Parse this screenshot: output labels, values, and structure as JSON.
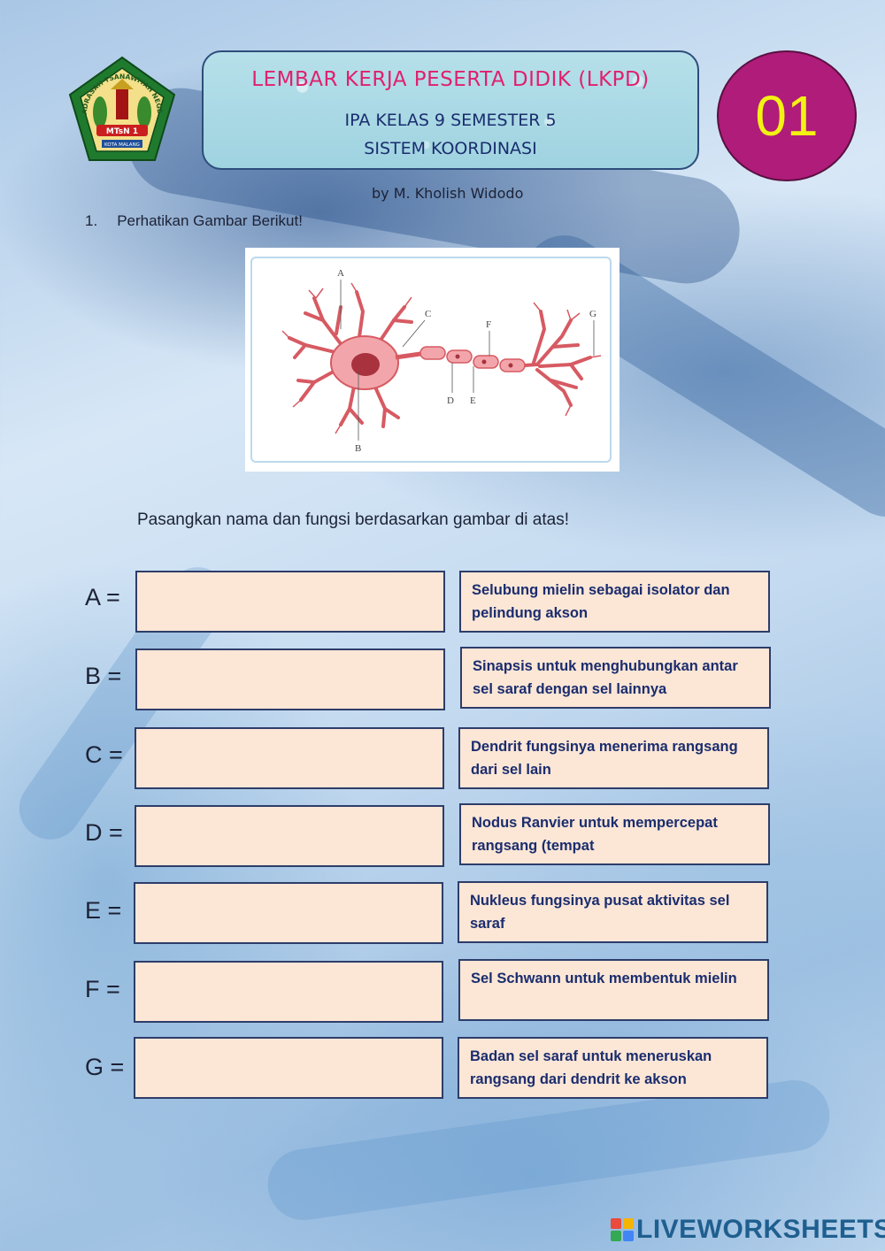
{
  "header": {
    "title": "LEMBAR KERJA PESERTA DIDIK (LKPD)",
    "subtitle_line1": "IPA KELAS 9 SEMESTER 5",
    "subtitle_line2": "SISTEM KOORDINASI",
    "number": "01",
    "author": "by M. Kholish Widodo"
  },
  "logo": {
    "icon": "madrasah-emblem-icon",
    "arc_text": "MADRASAH TSANAWIYAH NEGERI",
    "ribbon": "MTsN 1",
    "city": "KOTA MALANG"
  },
  "question": {
    "number": "1.",
    "text": "Perhatikan Gambar Berikut!"
  },
  "figure": {
    "icon": "neuron-diagram-icon",
    "labels": [
      "A",
      "B",
      "C",
      "D",
      "E",
      "F",
      "G"
    ]
  },
  "instruction": "Pasangkan nama dan fungsi berdasarkan gambar di atas!",
  "rows": [
    {
      "label": "A =",
      "answer": "",
      "function": "Selubung mielin sebagai isolator dan pelindung akson"
    },
    {
      "label": "B =",
      "answer": "",
      "function": "Sinapsis untuk menghubungkan antar sel saraf dengan sel lainnya"
    },
    {
      "label": "C =",
      "answer": "",
      "function": "Dendrit fungsinya menerima rangsang dari sel lain"
    },
    {
      "label": "D =",
      "answer": "",
      "function": "Nodus Ranvier untuk mempercepat rangsang (tempat"
    },
    {
      "label": "E =",
      "answer": "",
      "function": "Nukleus fungsinya pusat aktivitas sel saraf"
    },
    {
      "label": "F =",
      "answer": "",
      "function": "Sel Schwann untuk membentuk mielin"
    },
    {
      "label": "G =",
      "answer": "",
      "function": "Badan sel saraf untuk meneruskan rangsang dari dendrit ke akson"
    }
  ],
  "footer": {
    "brand": "LIVEWORKSHEETS",
    "icon": "liveworksheets-logo-icon",
    "colors": [
      "#e94b3c",
      "#f4b400",
      "#34a853",
      "#4285f4"
    ]
  }
}
